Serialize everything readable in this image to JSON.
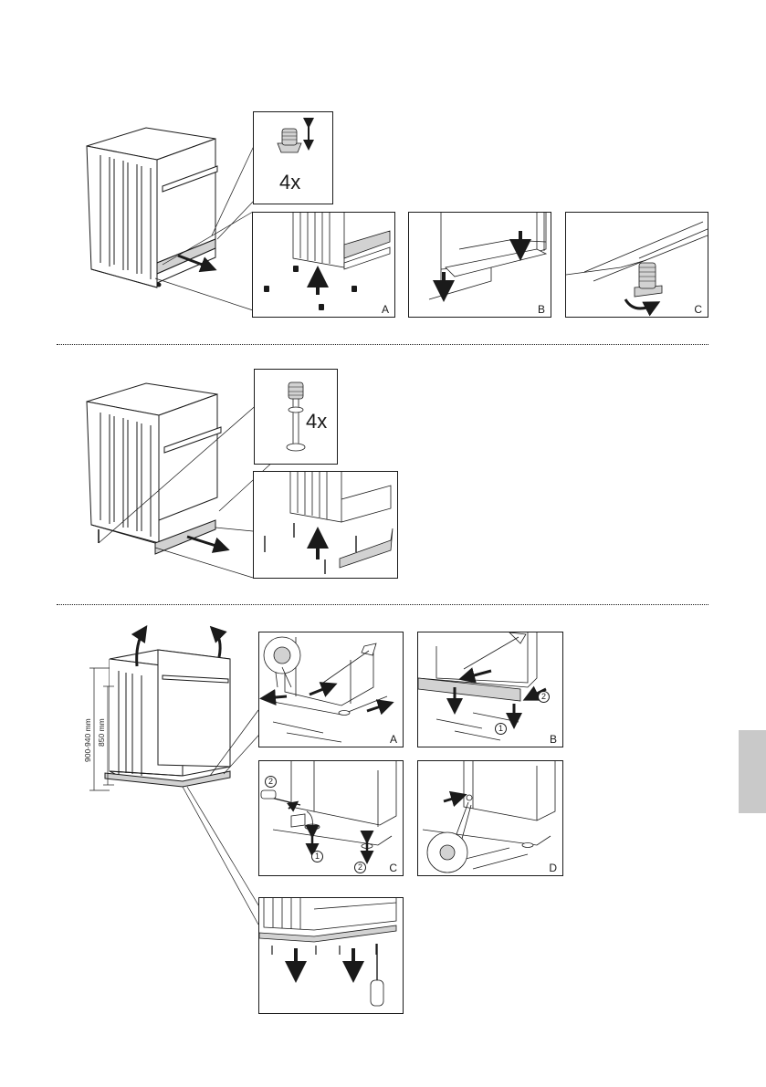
{
  "section1": {
    "qty_label": "4x",
    "panels": [
      {
        "letter": "A"
      },
      {
        "letter": "B"
      },
      {
        "letter": "C"
      }
    ]
  },
  "section2": {
    "qty_label": "4x"
  },
  "section3": {
    "dimension_outer": "900-940 mm",
    "dimension_inner": "850 mm",
    "panels": [
      {
        "letter": "A"
      },
      {
        "letter": "B",
        "step_numbers": [
          "2",
          "1"
        ]
      },
      {
        "letter": "C",
        "step_numbers": [
          "2",
          "1",
          "2"
        ]
      },
      {
        "letter": "D"
      }
    ]
  },
  "colors": {
    "line": "#1a1a1a",
    "shade": "#d2d2d2",
    "side_tab": "#c9c9c9"
  }
}
